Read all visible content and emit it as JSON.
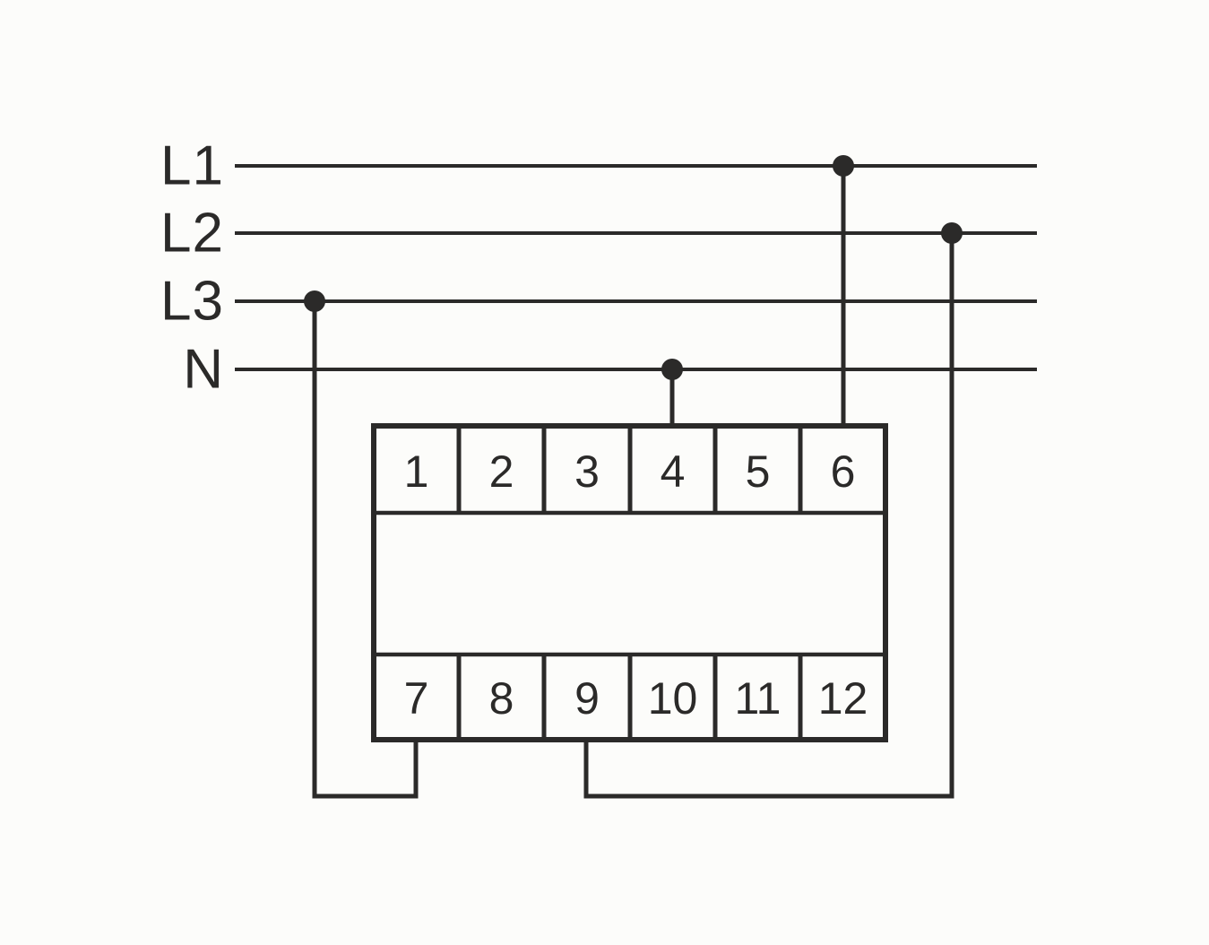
{
  "diagram": {
    "kind": "electrical-wiring-schematic",
    "colors": {
      "stroke": "#2b2a29",
      "background": "#fcfcfa"
    },
    "lines": [
      {
        "label": "L1"
      },
      {
        "label": "L2"
      },
      {
        "label": "L3"
      },
      {
        "label": "N"
      }
    ],
    "device": {
      "top_terminals": [
        "1",
        "2",
        "3",
        "4",
        "5",
        "6"
      ],
      "bottom_terminals": [
        "7",
        "8",
        "9",
        "10",
        "11",
        "12"
      ]
    },
    "connections": [
      {
        "from": "L1",
        "to": "terminal 6"
      },
      {
        "from": "L2",
        "to": "terminal 9"
      },
      {
        "from": "L3",
        "to": "terminal 7"
      },
      {
        "from": "N",
        "to": "terminal 4"
      }
    ]
  }
}
